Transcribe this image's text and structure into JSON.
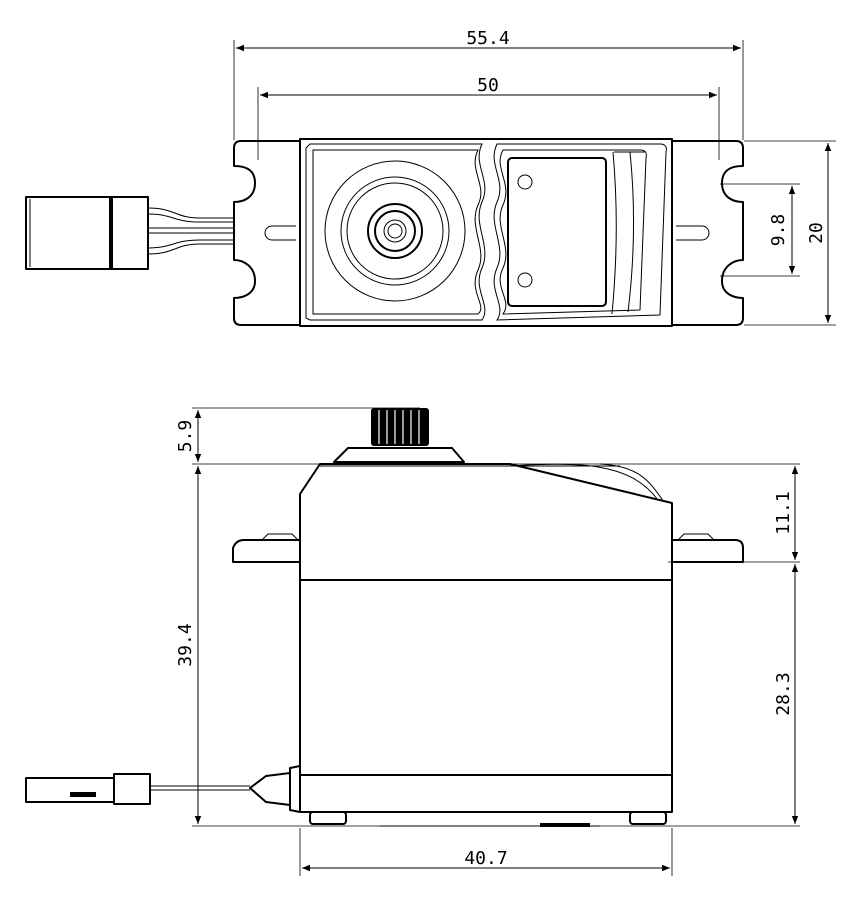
{
  "dimensions": {
    "overall_width": "55.4",
    "mount_hole_spacing": "50",
    "body_depth": "20",
    "hole_pitch": "9.8",
    "spline_height": "5.9",
    "top_to_flange": "11.1",
    "total_height": "39.4",
    "flange_to_bottom": "28.3",
    "body_width": "40.7"
  }
}
